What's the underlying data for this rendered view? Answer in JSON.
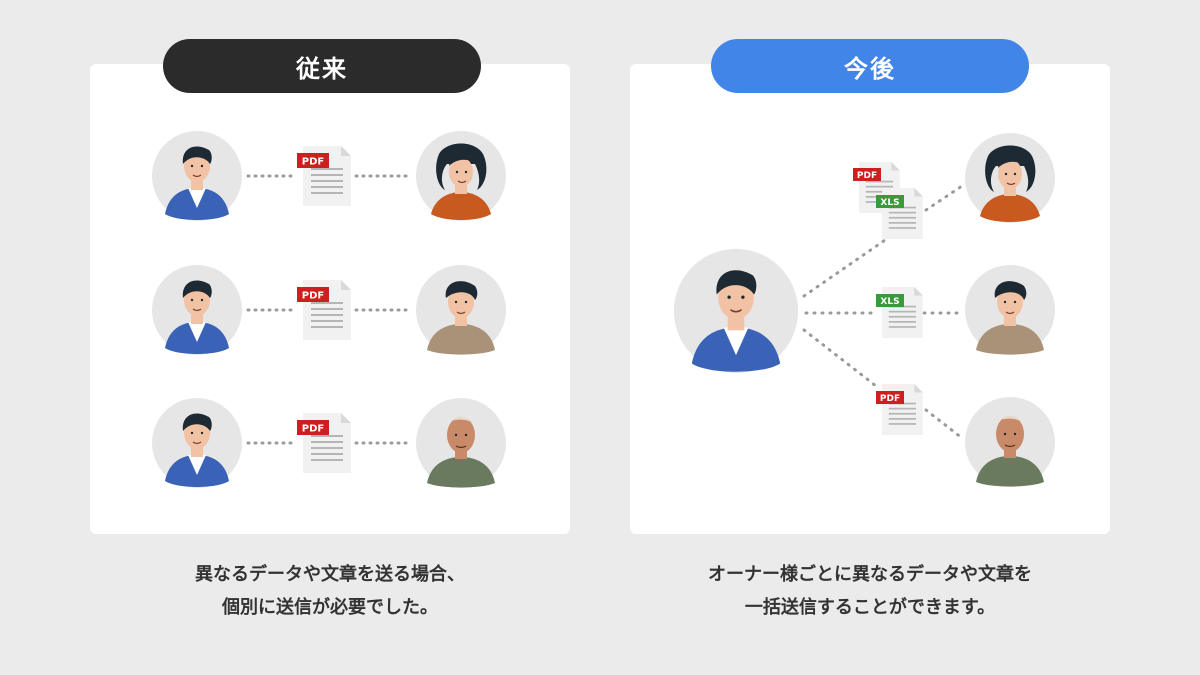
{
  "colors": {
    "background": "#ebebeb",
    "panel": "#ffffff",
    "before_pill": "#2b2b2b",
    "after_pill": "#4285e8",
    "pdf_tag": "#cc1f1f",
    "xls_tag": "#3a9a3a",
    "dots": "#9a9a9a",
    "avatar_bg": "#e6e6e6"
  },
  "before": {
    "title": "従来",
    "caption_line1": "異なるデータや文章を送る場合、",
    "caption_line2": "個別に送信が必要でした。",
    "rows": [
      {
        "sender": "businessman-avatar",
        "document": "PDF",
        "recipient": "curly-hair-woman-avatar"
      },
      {
        "sender": "businessman-avatar",
        "document": "PDF",
        "recipient": "casual-man-avatar"
      },
      {
        "sender": "businessman-avatar",
        "document": "PDF",
        "recipient": "bald-older-man-avatar"
      }
    ]
  },
  "after": {
    "title": "今後",
    "caption_line1": "オーナー様ごとに異なるデータや文章を",
    "caption_line2": "一括送信することができます。",
    "sender": "businessman-avatar",
    "branches": [
      {
        "documents": [
          "PDF",
          "XLS"
        ],
        "recipient": "curly-hair-woman-avatar"
      },
      {
        "documents": [
          "XLS"
        ],
        "recipient": "casual-man-avatar"
      },
      {
        "documents": [
          "PDF"
        ],
        "recipient": "bald-older-man-avatar"
      }
    ]
  }
}
